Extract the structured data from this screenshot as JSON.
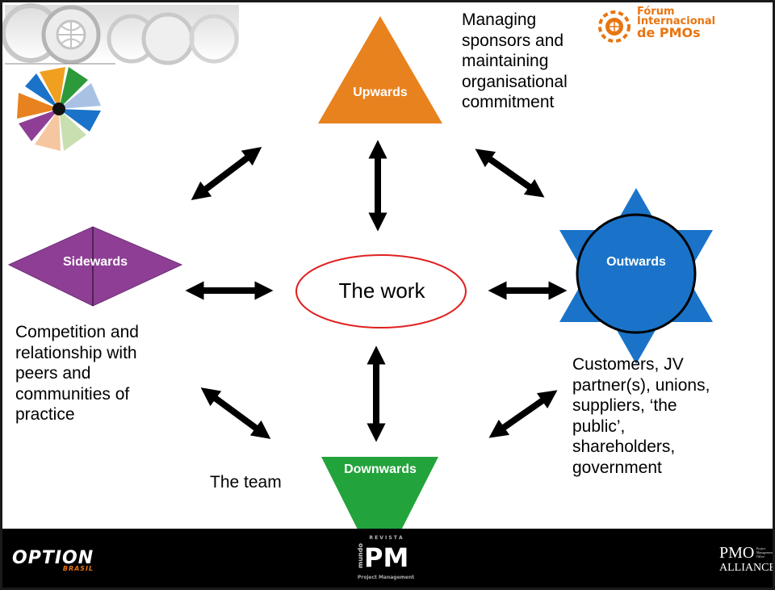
{
  "center": {
    "label": "The work"
  },
  "shapes": {
    "upwards": {
      "label": "Upwards",
      "color": "#e8821e"
    },
    "sidewards": {
      "label": "Sidewards",
      "color": "#8e3f95"
    },
    "outwards": {
      "label": "Outwards",
      "color": "#1a73c8"
    },
    "downwards": {
      "label": "Downwards",
      "color": "#23a33c"
    }
  },
  "texts": {
    "upwards_desc": [
      "Managing",
      "sponsors and",
      "maintaining",
      "organisational",
      "commitment"
    ],
    "sidewards_desc": [
      "Competition and",
      "relationship with",
      "peers and",
      "communities of",
      "practice"
    ],
    "outwards_desc": [
      "Customers, JV",
      "partner(s), unions,",
      "suppliers, ‘the",
      "public’,",
      "shareholders,",
      "government"
    ],
    "team": "The team"
  },
  "logos": {
    "forum": [
      "Fórum",
      "Internacional",
      "de PMOs"
    ],
    "option": {
      "main": "OPTION",
      "sub": "BRASIL"
    },
    "mundo_pm": {
      "main": "PM",
      "side": "mundo",
      "top": "R E V I S T A",
      "sub": "Project Management"
    },
    "pmo_alliance": {
      "main": "PMO",
      "sub": "ALLIANCE",
      "tag": [
        "Project",
        "Management",
        "Office"
      ]
    }
  },
  "colors": {
    "ellipse_border": "#e02020",
    "arrow": "#000000",
    "footer": "#000000",
    "forum_orange": "#e87510"
  }
}
